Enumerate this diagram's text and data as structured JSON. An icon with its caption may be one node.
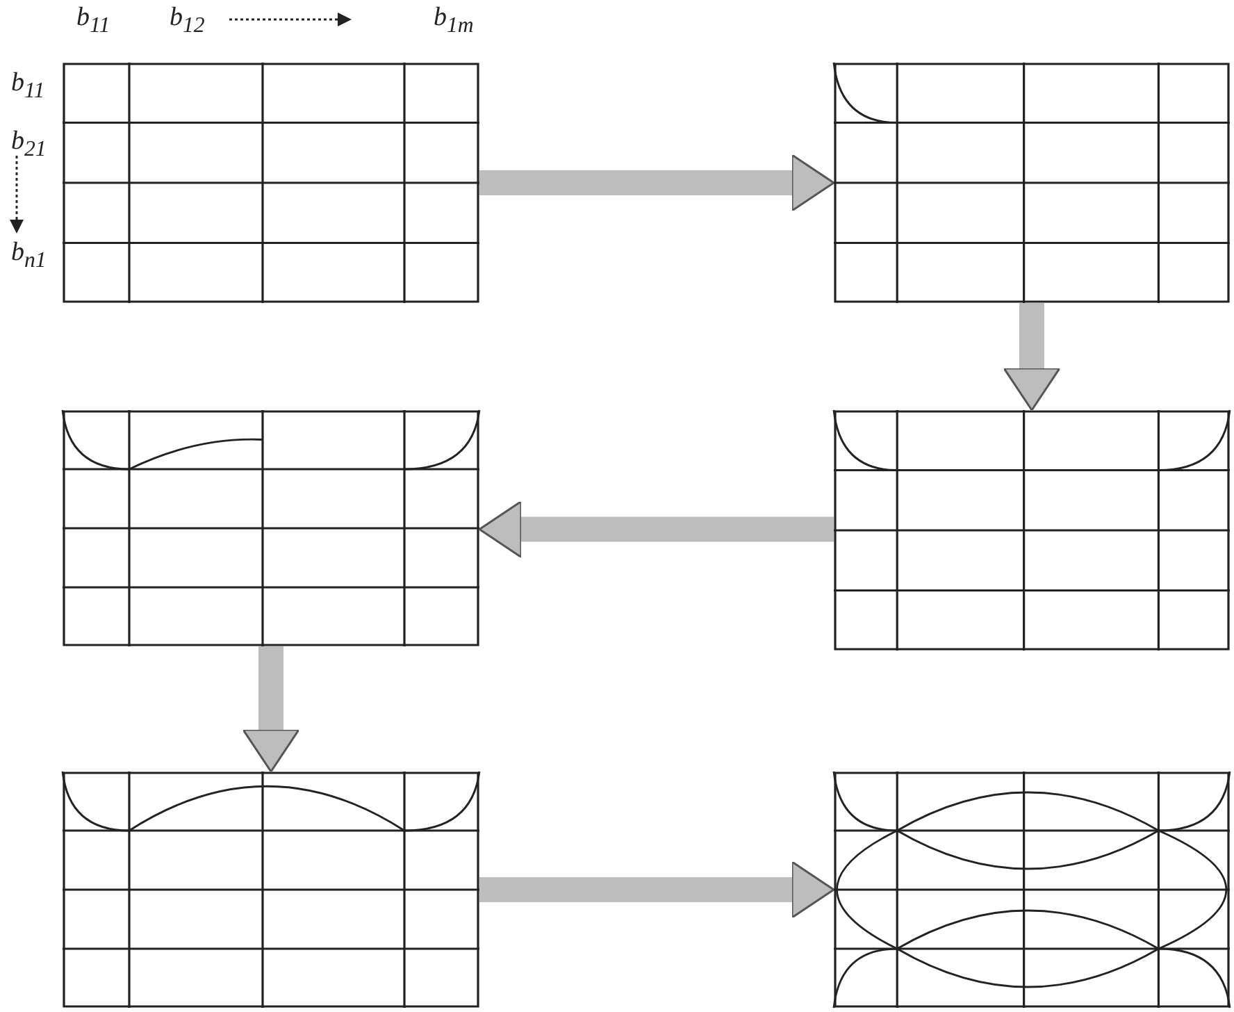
{
  "diagram": {
    "nodes": [
      {
        "text": [],
        "shape": "grid"
      },
      {
        "text": [],
        "shape": "grid"
      },
      {
        "text": [],
        "shape": "grid"
      },
      {
        "text": [],
        "shape": "grid"
      },
      {
        "text": [],
        "shape": "grid"
      },
      {
        "text": [],
        "shape": "grid"
      }
    ],
    "edges": [
      {
        "from": 0,
        "to": 1,
        "arrow": "to"
      },
      {
        "from": 1,
        "to": 3,
        "arrow": "to"
      },
      {
        "from": 3,
        "to": 2,
        "arrow": "to"
      },
      {
        "from": 2,
        "to": 4,
        "arrow": "to"
      },
      {
        "from": 4,
        "to": 5,
        "arrow": "to"
      }
    ],
    "labels": [
      "b$_{11}$",
      "b$_{12}$",
      "b$_{1m}$",
      "b$_{11}$",
      "b$_{21}$",
      "b$_{n1}$"
    ]
  }
}
